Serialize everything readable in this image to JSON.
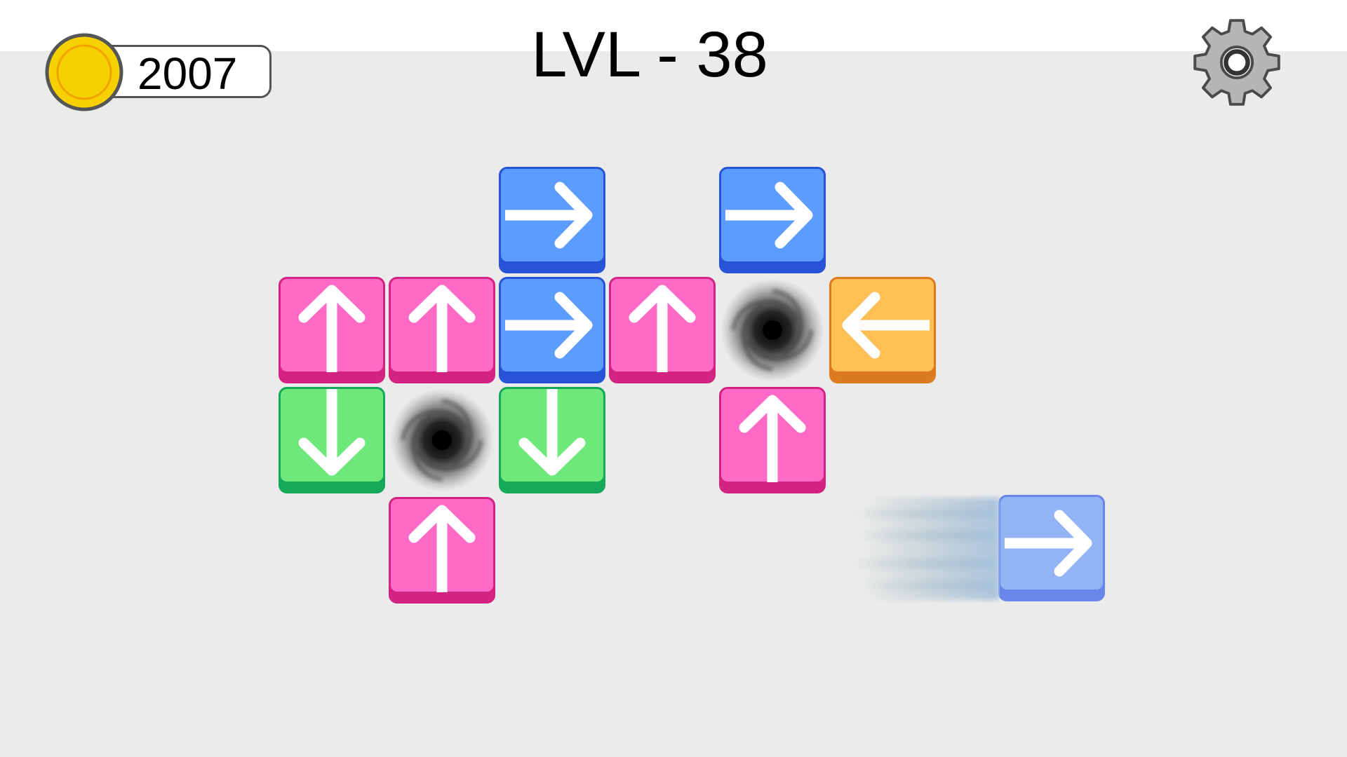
{
  "hud": {
    "coin_count": "2007",
    "level_title": "LVL - 38",
    "coin_icon": "gold-coin-icon",
    "settings_icon": "gear-icon"
  },
  "colors": {
    "background": "#ebebeb",
    "pink": "#ff6ac7",
    "blue": "#5c9cff",
    "green": "#6ee87a",
    "orange": "#ffbf55",
    "coin": "#f7d000"
  },
  "board": {
    "tiles": [
      {
        "color": "blue",
        "direction": "right",
        "row": 0,
        "col": 2
      },
      {
        "color": "blue",
        "direction": "right",
        "row": 0,
        "col": 4
      },
      {
        "color": "pink",
        "direction": "up",
        "row": 1,
        "col": 0
      },
      {
        "color": "pink",
        "direction": "up",
        "row": 1,
        "col": 1
      },
      {
        "color": "blue",
        "direction": "right",
        "row": 1,
        "col": 2
      },
      {
        "color": "pink",
        "direction": "up",
        "row": 1,
        "col": 3
      },
      {
        "color": "orange",
        "direction": "left",
        "row": 1,
        "col": 5
      },
      {
        "color": "green",
        "direction": "down",
        "row": 2,
        "col": 0
      },
      {
        "color": "green",
        "direction": "down",
        "row": 2,
        "col": 2
      },
      {
        "color": "pink",
        "direction": "up",
        "row": 2,
        "col": 4
      },
      {
        "color": "pink",
        "direction": "up",
        "row": 3,
        "col": 1
      }
    ],
    "holes": [
      {
        "row": 1,
        "col": 4
      },
      {
        "row": 2,
        "col": 1
      }
    ],
    "moving_tile": {
      "color": "blue",
      "direction": "right",
      "state": "sliding-out"
    }
  }
}
